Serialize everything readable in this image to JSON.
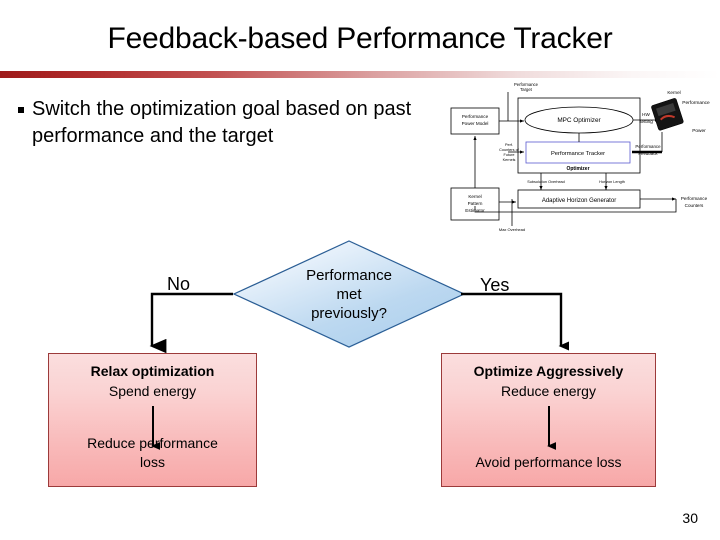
{
  "slide": {
    "title": "Feedback-based Performance Tracker",
    "page_number": "30",
    "accent_color": "#9e1b1b"
  },
  "bullets": [
    {
      "marker": "square-bullet",
      "text": "Switch the optimization goal based on past performance and the target"
    }
  ],
  "block_diagram": {
    "name": "mpc-optimizer-block-diagram",
    "nodes": [
      {
        "id": "perf-power-model",
        "label": "Performance\nPower Model"
      },
      {
        "id": "mpc-optimizer",
        "label": "MPC Optimizer"
      },
      {
        "id": "performance-tracker",
        "label": "Performance Tracker"
      },
      {
        "id": "optimizer-group",
        "label": "Optimizer"
      },
      {
        "id": "kernel-pattern-estimator",
        "label": "Kernel\nPattern\nEstimator"
      },
      {
        "id": "adaptive-horizon-generator",
        "label": "Adaptive Horizon Generator"
      },
      {
        "id": "chip",
        "label": "Kernel"
      }
    ],
    "edge_labels": [
      "Performance Target",
      "Perf. Counters of Future Kernels",
      "HW setting",
      "Performance Feedback",
      "Performance",
      "Power",
      "Subsolution Overhead",
      "Horizon Length",
      "Max Overhead",
      "Performance Counters"
    ]
  },
  "flowchart": {
    "decision": {
      "label": "Performance met previously?",
      "label_lines": [
        "Performance",
        "met",
        "previously?"
      ],
      "fill": "#bcd8f0",
      "border": "#2a5d94"
    },
    "branches": [
      {
        "id": "no",
        "label": "No"
      },
      {
        "id": "yes",
        "label": "Yes"
      }
    ],
    "outcomes": [
      {
        "id": "relax",
        "heading": "Relax optimization",
        "subtext": "Spend energy",
        "result": "Reduce performance loss",
        "result_lines": [
          "Reduce performance",
          "loss"
        ],
        "fill": "#f9b9b9",
        "border": "#9c3a3a"
      },
      {
        "id": "aggressive",
        "heading": "Optimize Aggressively",
        "subtext": "Reduce energy",
        "result": "Avoid performance loss",
        "result_lines": [
          "Avoid performance loss"
        ],
        "fill": "#f9b9b9",
        "border": "#9c3a3a"
      }
    ]
  }
}
